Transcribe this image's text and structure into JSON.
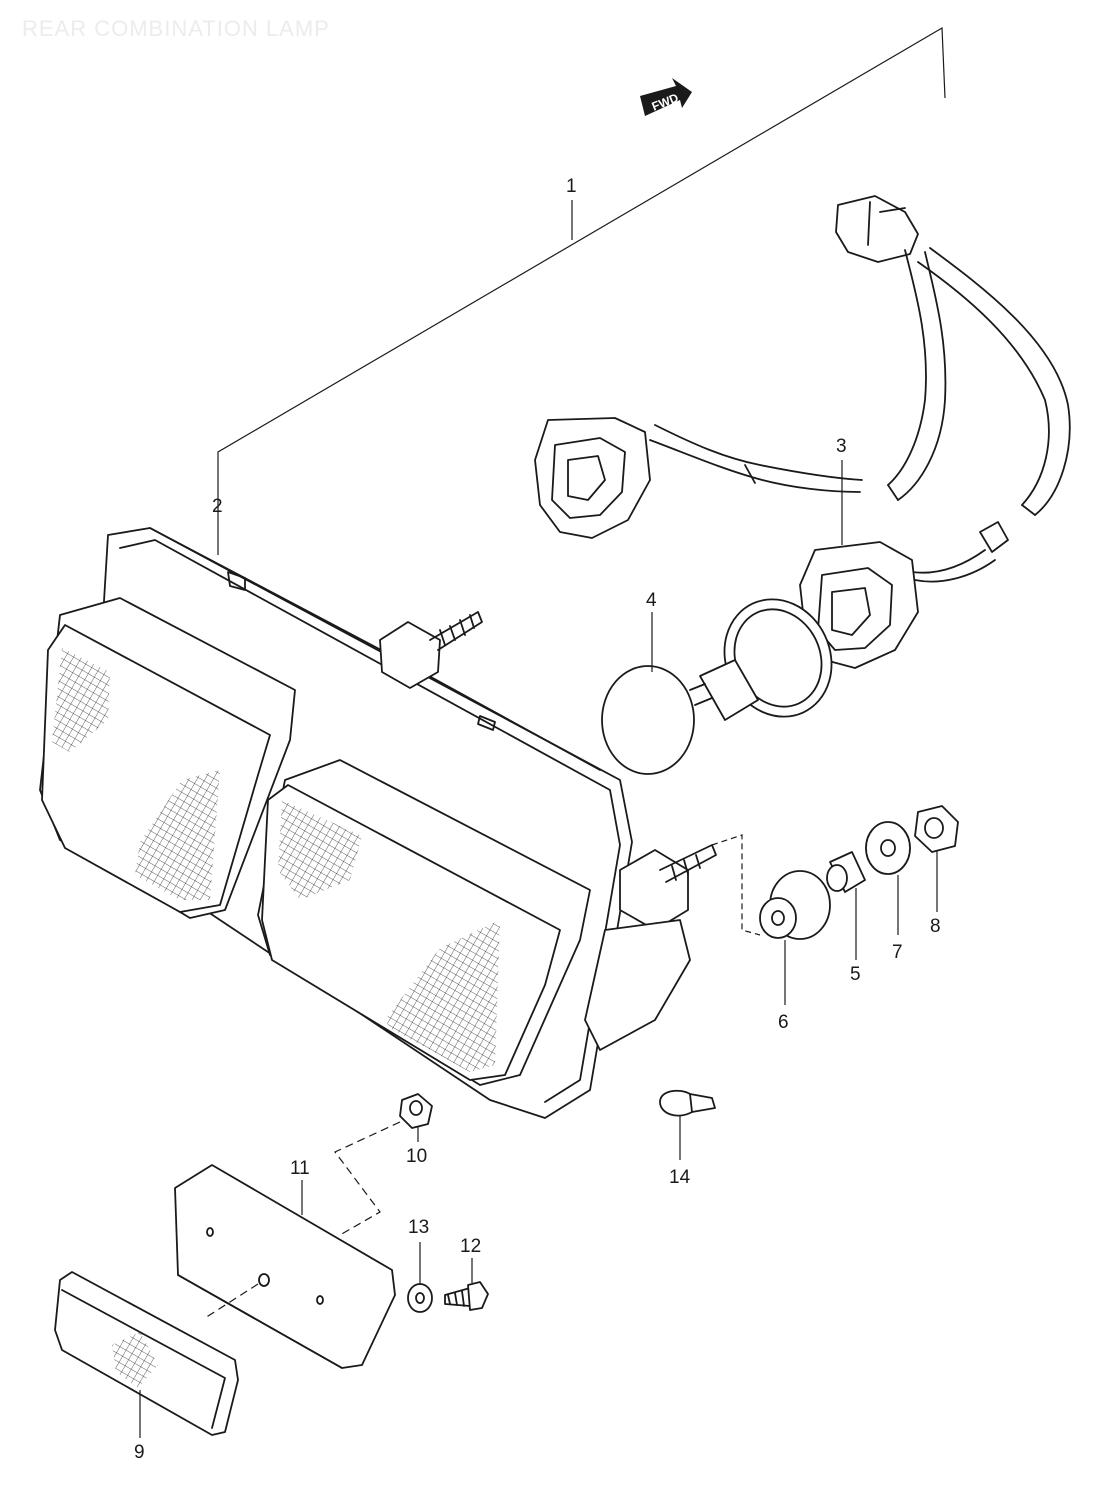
{
  "title": "REAR COMBINATION LAMP",
  "fwd_label": "FWD",
  "callouts": [
    {
      "id": "1",
      "label": "1"
    },
    {
      "id": "2",
      "label": "2"
    },
    {
      "id": "3",
      "label": "3"
    },
    {
      "id": "4",
      "label": "4"
    },
    {
      "id": "5",
      "label": "5"
    },
    {
      "id": "6",
      "label": "6"
    },
    {
      "id": "7",
      "label": "7"
    },
    {
      "id": "8",
      "label": "8"
    },
    {
      "id": "9",
      "label": "9"
    },
    {
      "id": "10",
      "label": "10"
    },
    {
      "id": "11",
      "label": "11"
    },
    {
      "id": "12",
      "label": "12"
    },
    {
      "id": "13",
      "label": "13"
    },
    {
      "id": "14",
      "label": "14"
    }
  ]
}
